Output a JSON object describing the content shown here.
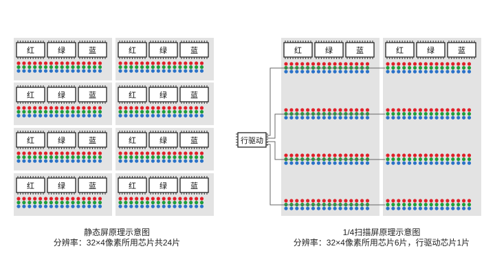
{
  "chip_labels": [
    "红",
    "绿",
    "蓝"
  ],
  "driver_label": "行驱动",
  "led_colors": {
    "red": "#e0202a",
    "green": "#1f9e3a",
    "blue": "#2a72c8"
  },
  "panel_color": "#e3e3e3",
  "left": {
    "title": "静态屏原理示意图",
    "subtitle": "分辨率：32×4像素所用芯片共24片"
  },
  "right": {
    "title": "1/4扫描屏原理示意图",
    "subtitle": "分辨率：32×4像素所用芯片6片，行驱动芯片1片"
  }
}
